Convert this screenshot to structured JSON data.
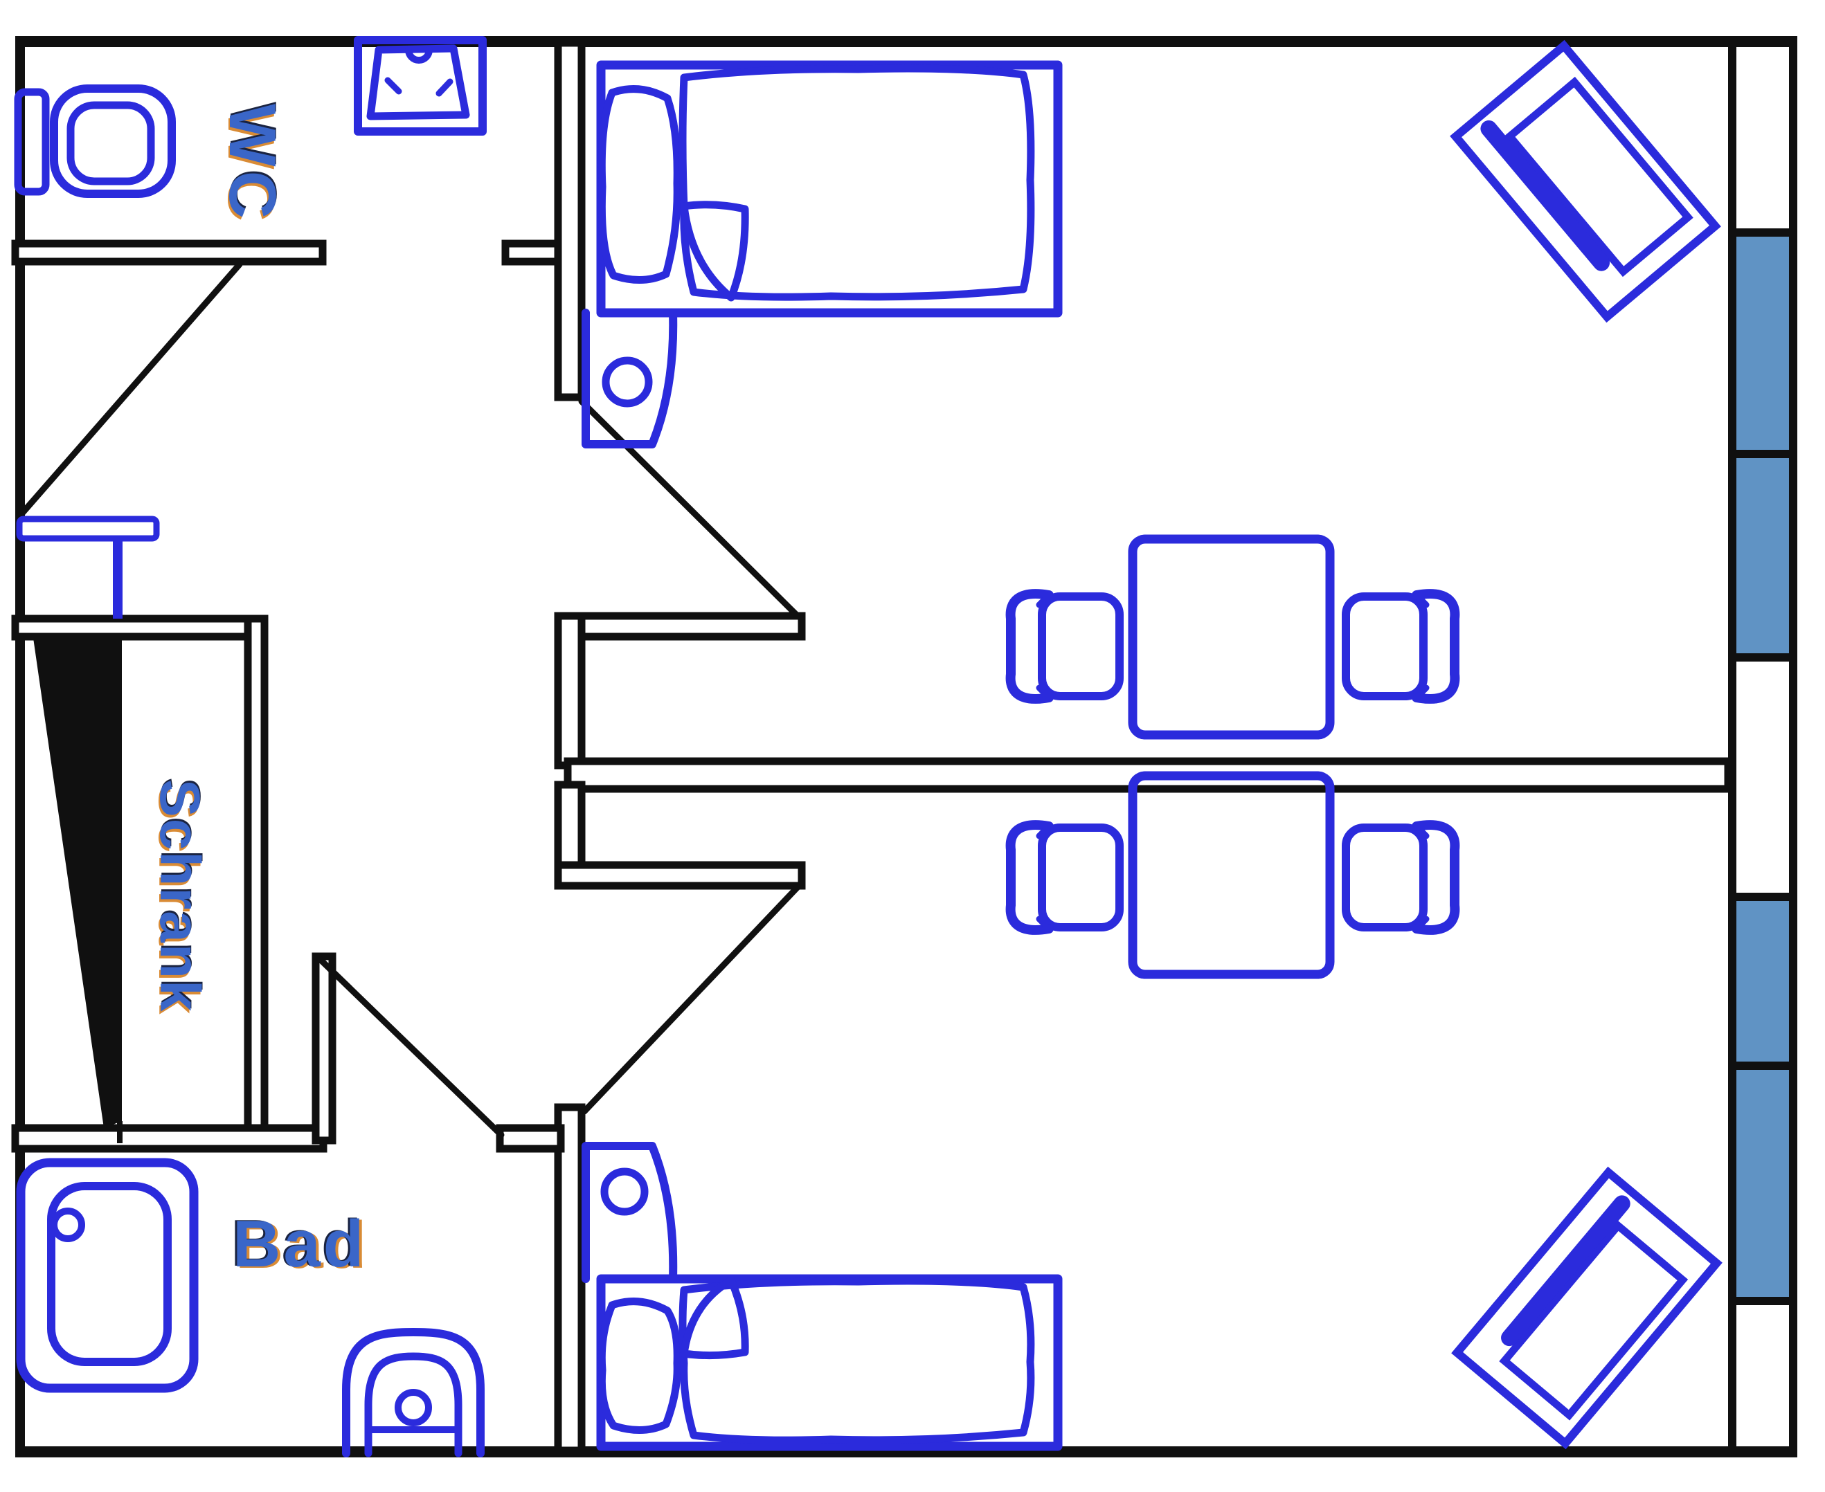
{
  "plan": {
    "labels": {
      "wc": "WC",
      "closet": "Schrank",
      "bathroom": "Bad"
    },
    "colors": {
      "wall": "#101010",
      "furniture": "#2b2bdc",
      "window": "#6093c4",
      "label": "#3a66c8",
      "label-shadow": "#d98b35",
      "label-dark": "#1a2340"
    }
  }
}
